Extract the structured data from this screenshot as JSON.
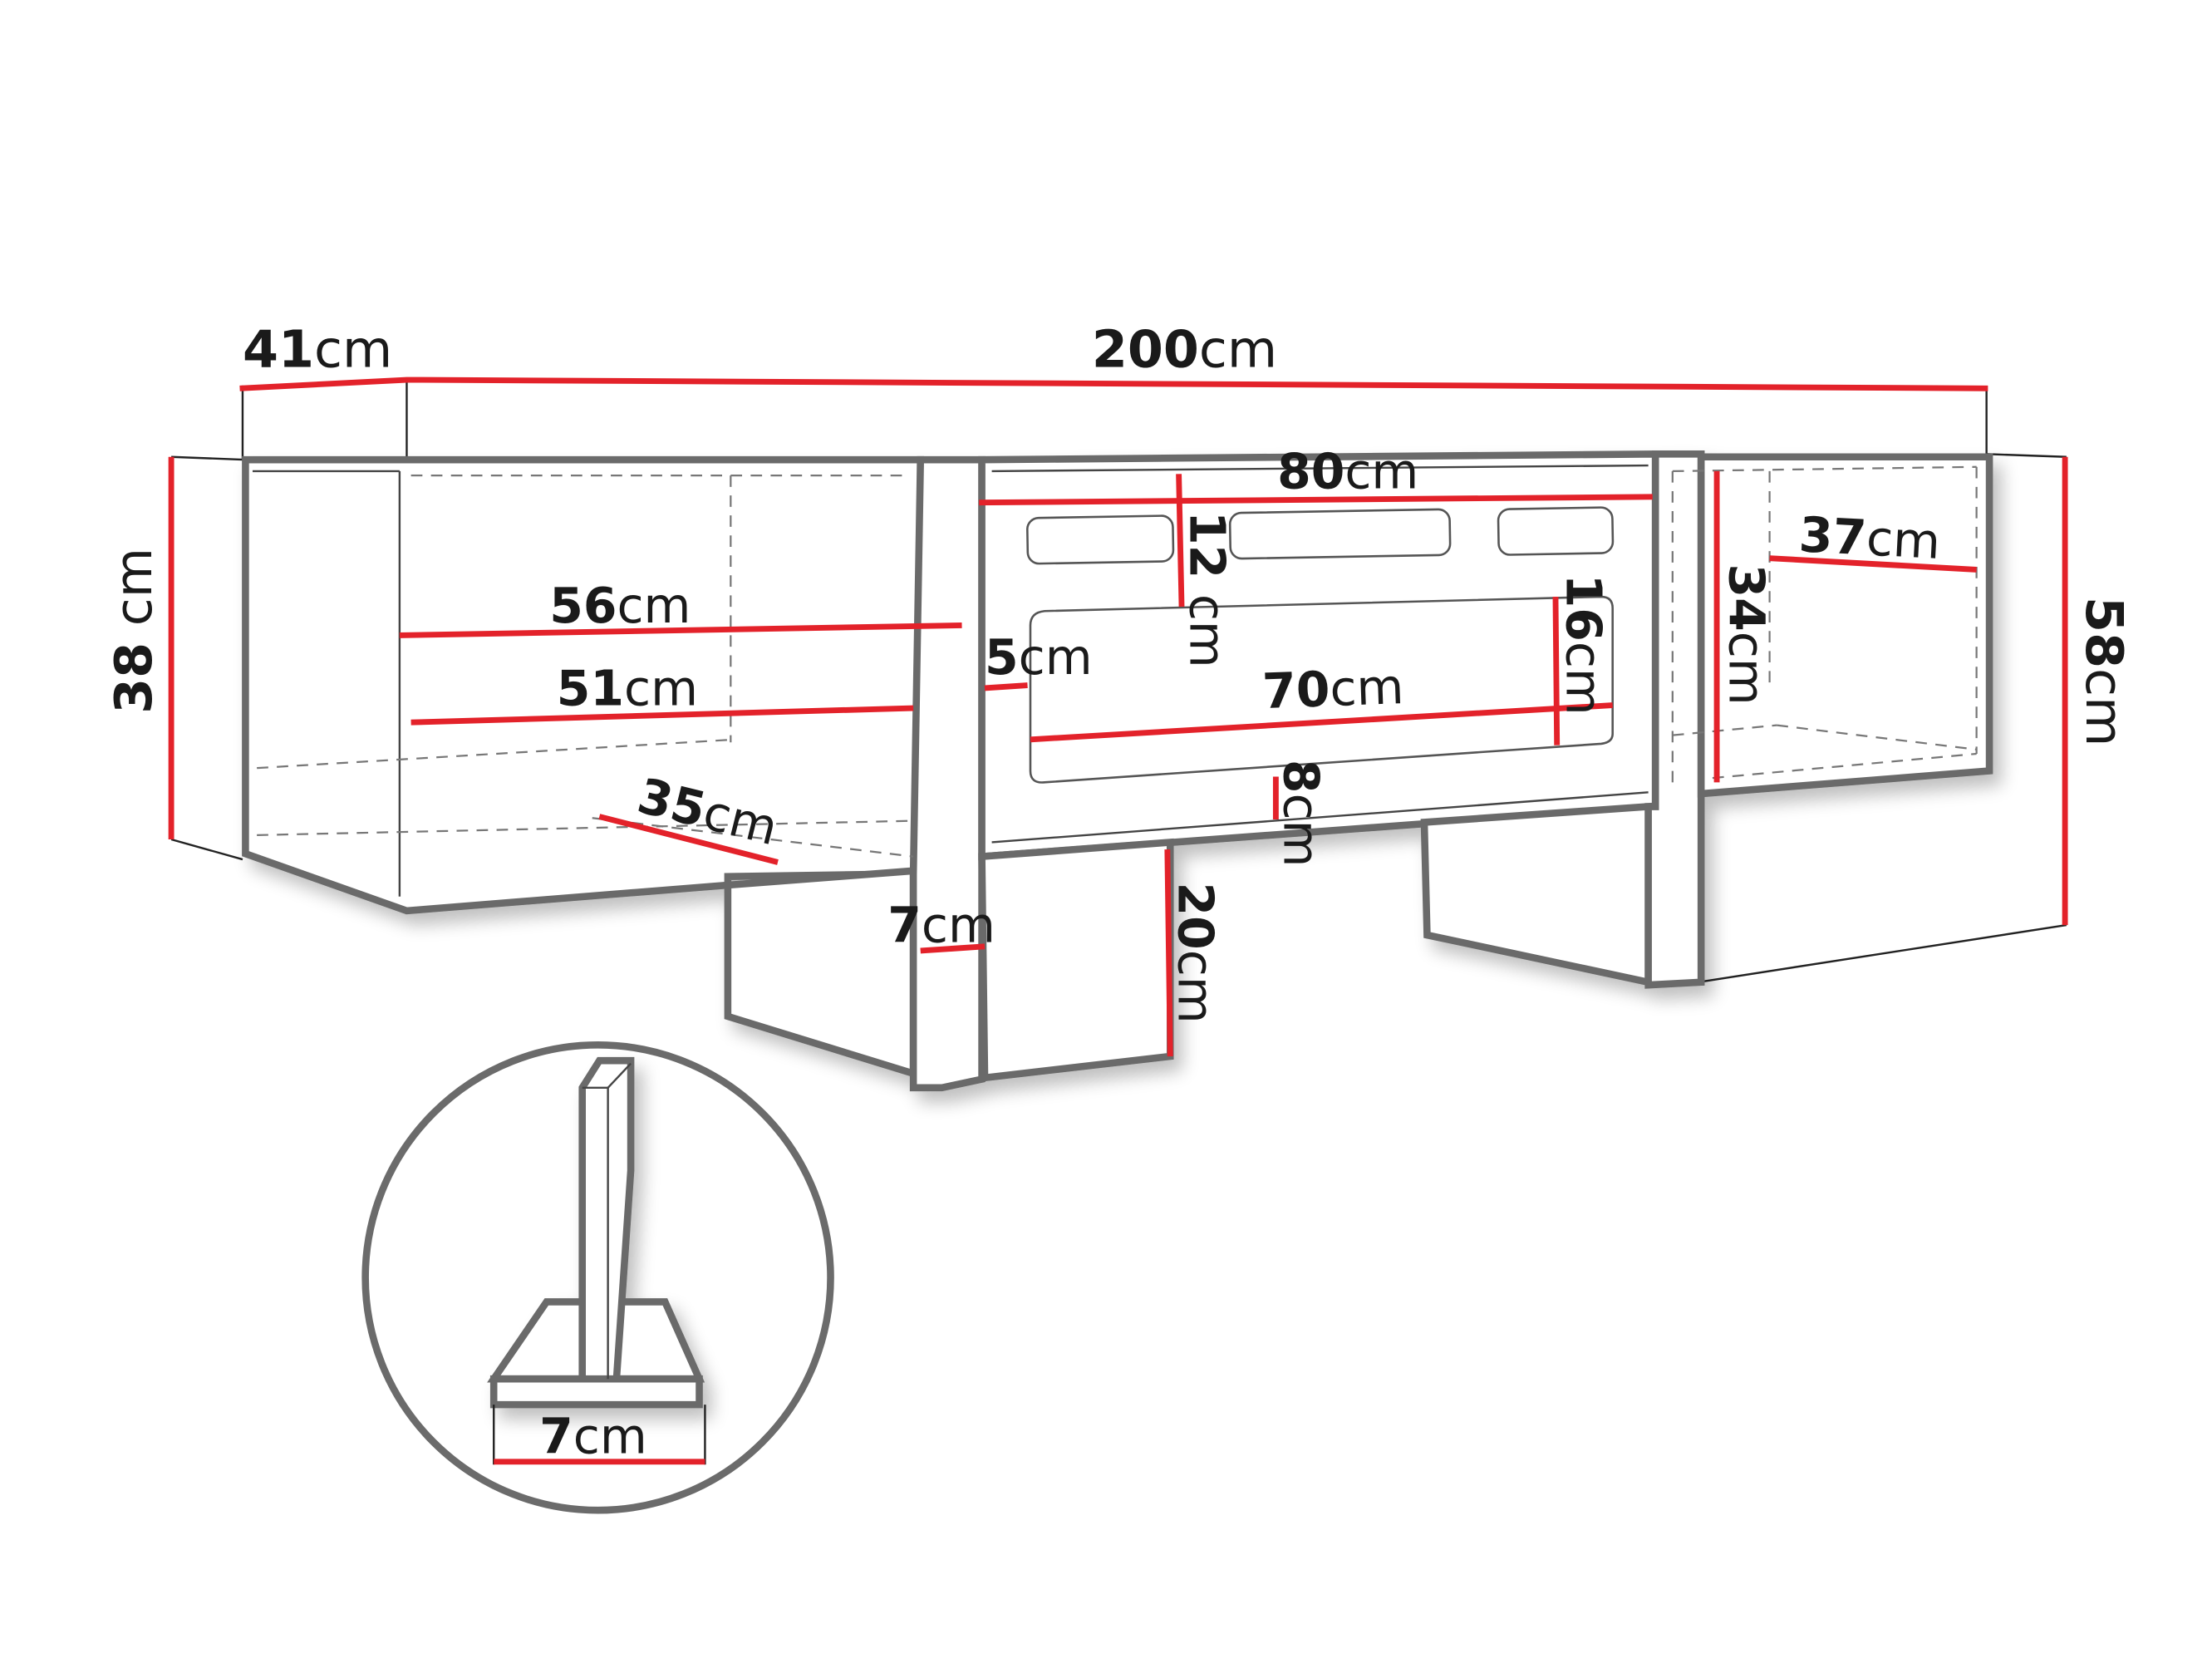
{
  "diagram": {
    "subject": "TV stand dimension drawing",
    "colors": {
      "dimension_line": "#e3222a",
      "outline": "#6b6b6b",
      "text": "#1a1a1a",
      "background": "#ffffff"
    },
    "unit": "cm",
    "dimensions": {
      "depth": {
        "value": "41",
        "unit": "cm"
      },
      "width": {
        "value": "200",
        "unit": "cm"
      },
      "side_height": {
        "value": "38",
        "unit": " cm"
      },
      "total_height": {
        "value": "58",
        "unit": "cm"
      },
      "center_width": {
        "value": "80",
        "unit": "cm"
      },
      "top_panel_height": {
        "value": "12",
        "unit": " cm"
      },
      "shelf_width_top": {
        "value": "56",
        "unit": "cm"
      },
      "shelf_width_low": {
        "value": "51",
        "unit": "cm"
      },
      "gap": {
        "value": "5",
        "unit": "cm"
      },
      "display_width": {
        "value": "70",
        "unit": "cm"
      },
      "display_height": {
        "value": "16",
        "unit": "cm"
      },
      "bottom_panel": {
        "value": "8",
        "unit": "cm"
      },
      "shelf_depth": {
        "value": "35",
        "unit": "cm"
      },
      "leg_width": {
        "value": "7",
        "unit": "cm"
      },
      "leg_height": {
        "value": "20",
        "unit": "cm"
      },
      "right_shelf_width": {
        "value": "37",
        "unit": "cm"
      },
      "right_height": {
        "value": "34",
        "unit": "cm"
      }
    },
    "detail_inset": {
      "label": "leg base detail",
      "dimension": {
        "value": "7",
        "unit": "cm"
      }
    }
  }
}
